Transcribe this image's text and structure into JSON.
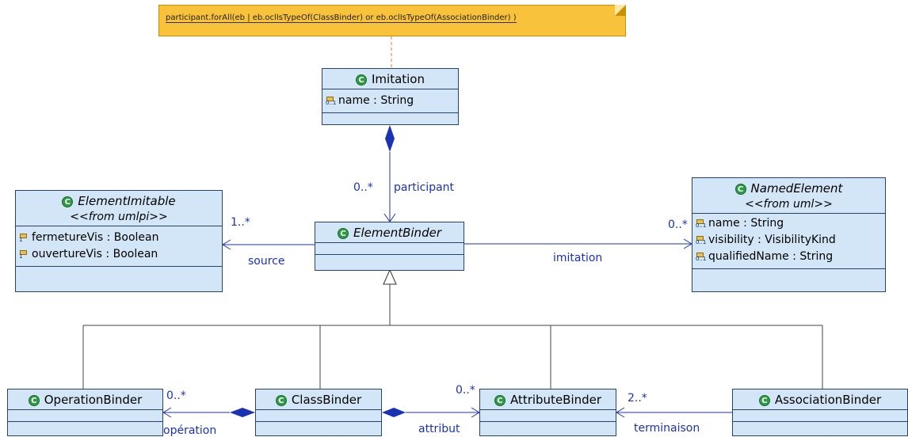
{
  "note": {
    "text": "participant.forAll(eb | eb.oclIsTypeOf(ClassBinder) or eb.oclIsTypeOf(AssociationBinder) )"
  },
  "classes": {
    "imitation": {
      "name": "Imitation",
      "attrs": [
        {
          "mult": "0..1",
          "text": "name  : String"
        }
      ]
    },
    "element_imitable": {
      "name": "ElementImitable",
      "stereotype": "<<from umlpi>>",
      "attrs": [
        {
          "mult": "1",
          "text": "fermetureVis  : Boolean"
        },
        {
          "mult": "1",
          "text": "ouvertureVis  : Boolean"
        }
      ]
    },
    "element_binder": {
      "name": "ElementBinder"
    },
    "named_element": {
      "name": "NamedElement",
      "stereotype": "<<from uml>>",
      "attrs": [
        {
          "mult": "0..1",
          "text": "name  : String"
        },
        {
          "mult": "0..1",
          "text": "visibility  : VisibilityKind"
        },
        {
          "mult": "0..1",
          "text": "qualifiedName  : String"
        }
      ]
    },
    "operation_binder": {
      "name": "OperationBinder"
    },
    "class_binder": {
      "name": "ClassBinder"
    },
    "attribute_binder": {
      "name": "AttributeBinder"
    },
    "association_binder": {
      "name": "AssociationBinder"
    }
  },
  "labels": {
    "participant_mult": "0..*",
    "participant_role": "participant",
    "source_mult": "1..*",
    "source_role": "source",
    "imitation_mult": "0..*",
    "imitation_role": "imitation",
    "operation_mult": "0..*",
    "operation_role": "opération",
    "attribut_mult": "0..*",
    "attribut_role": "attribut",
    "terminaison_mult": "2..*",
    "terminaison_role": "terminaison"
  },
  "class_icon_letter": "C"
}
